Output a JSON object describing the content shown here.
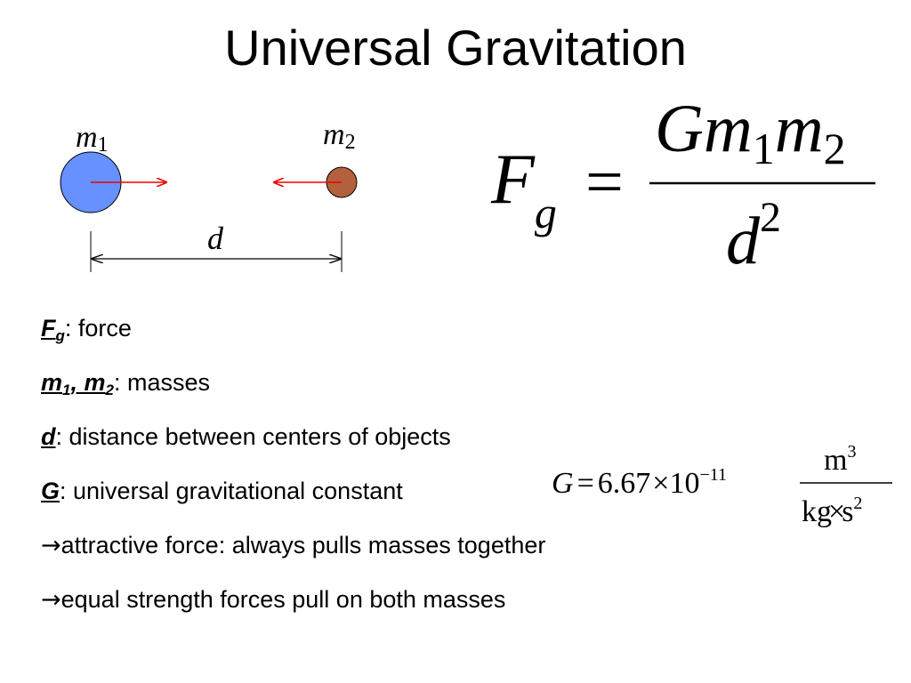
{
  "slide": {
    "title": "Universal Gravitation"
  },
  "diagram": {
    "mass1_letter": "m",
    "mass1_subscript": "1",
    "mass2_letter": "m",
    "mass2_subscript": "2",
    "distance_label": "d",
    "colors": {
      "mass1_fill": "#6691ff",
      "mass2_fill": "#b4603c",
      "force_arrow": "#ee0000"
    }
  },
  "formula": {
    "lhs_letter": "F",
    "lhs_subscript": "g",
    "equals": "=",
    "numerator_G": "Gm",
    "numerator_sub1": "1",
    "numerator_m": "m",
    "numerator_sub2": "2",
    "denominator_letter": "d",
    "denominator_exponent": "2"
  },
  "definitions": [
    {
      "term": "F",
      "term_subscript": "g",
      "text": ": force"
    },
    {
      "term": "m",
      "term_subscript": "1",
      "term_sep": ", ",
      "term2": "m",
      "term2_subscript": "2",
      "text": ": masses"
    },
    {
      "term": "d",
      "text": ": distance between centers of objects"
    },
    {
      "term": "G",
      "text": ": universal gravitational constant"
    },
    {
      "arrow": "→",
      "text": "attractive force: always pulls masses together"
    },
    {
      "arrow": "→",
      "text": "equal strength forces pull on both masses"
    }
  ],
  "g_constant": {
    "symbol": "G",
    "equals": "=",
    "mantissa": "6.67",
    "times": "×",
    "base": "10",
    "exponent": "−11",
    "unit_numerator": "m",
    "unit_numerator_exp": "3",
    "unit_denominator_kg": "kg",
    "unit_denominator_dot": "×",
    "unit_denominator_s": "s",
    "unit_denominator_exp": "2"
  }
}
